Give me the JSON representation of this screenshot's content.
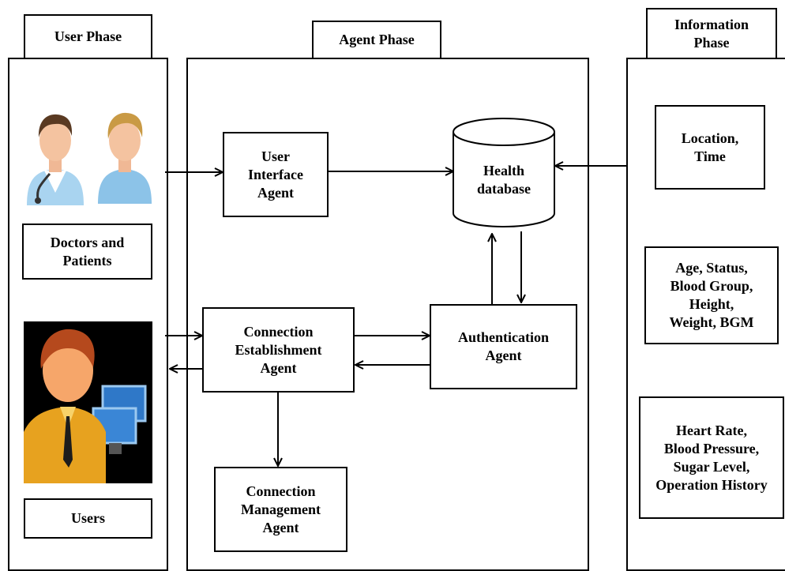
{
  "phases": {
    "user": "User Phase",
    "agent": "Agent Phase",
    "information": "Information\nPhase"
  },
  "user_phase": {
    "doctors_patients_label": "Doctors and\nPatients",
    "users_label": "Users"
  },
  "agent_phase": {
    "user_interface_agent": "User\nInterface\nAgent",
    "health_database": "Health\ndatabase",
    "connection_establishment_agent": "Connection\nEstablishment\nAgent",
    "authentication_agent": "Authentication\nAgent",
    "connection_management_agent": "Connection\nManagement\nAgent"
  },
  "information_phase": {
    "location_time": "Location,\nTime",
    "personal_info": "Age, Status,\nBlood Group,\nHeight,\nWeight, BGM",
    "vitals": "Heart Rate,\nBlood Pressure,\nSugar Level,\nOperation History"
  },
  "icons": {
    "doctor": "doctor-avatar-icon",
    "patient": "patient-avatar-icon",
    "user_computer": "user-with-computer-icon"
  }
}
